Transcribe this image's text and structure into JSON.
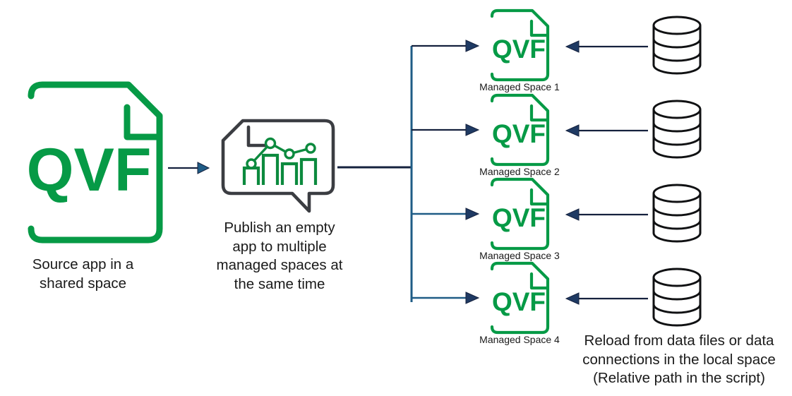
{
  "diagram": {
    "title_text_elements": {
      "source_caption": "Source app in a\nshared space",
      "publish_caption": "Publish an empty\napp to multiple\nmanaged spaces at\nthe same time",
      "reload_caption": "Reload from data files or data\nconnections in the local space\n(Relative path in the script)"
    },
    "colors": {
      "green": "#069A46",
      "dark_outline": "#3B3D42",
      "arrow_navy": "#1F3A63",
      "arrow_steel": "#1F5C86",
      "text": "#1a1a1a",
      "db_outline": "#101113",
      "background": "#ffffff"
    },
    "source_node": {
      "icon_name": "qvf-document-icon",
      "label": "QVF",
      "caption": "Source app in a\nshared space"
    },
    "publish_node": {
      "icon_name": "chart-speech-bubble-icon",
      "caption": "Publish an empty\napp to multiple\nmanaged spaces at\nthe same time",
      "chart": {
        "bar_count": 4,
        "marker_count": 4
      }
    },
    "managed_spaces": [
      {
        "label": "QVF",
        "caption": "Managed Space 1"
      },
      {
        "label": "QVF",
        "caption": "Managed Space 2"
      },
      {
        "label": "QVF",
        "caption": "Managed Space 3"
      },
      {
        "label": "QVF",
        "caption": "Managed Space 4"
      }
    ],
    "data_sources": [
      {
        "icon_name": "database-cylinder-icon"
      },
      {
        "icon_name": "database-cylinder-icon"
      },
      {
        "icon_name": "database-cylinder-icon"
      },
      {
        "icon_name": "database-cylinder-icon"
      }
    ],
    "reload_note": "Reload from data files or data\nconnections in the local space\n(Relative path in the script)",
    "connectors": {
      "source_to_publish": "arrow-right",
      "publish_to_bus": "trunk-line",
      "bus_to_spaces": "arrow-right",
      "database_to_space": "arrow-left"
    }
  },
  "chart_data": {
    "type": "bar",
    "categories": [
      "1",
      "2",
      "3",
      "4"
    ],
    "values": [
      40,
      72,
      55,
      64
    ],
    "series": [
      {
        "name": "line-overlay",
        "values": [
          48,
          92,
          70,
          80
        ]
      }
    ],
    "title": "",
    "xlabel": "",
    "ylabel": "",
    "ylim": [
      0,
      100
    ]
  }
}
